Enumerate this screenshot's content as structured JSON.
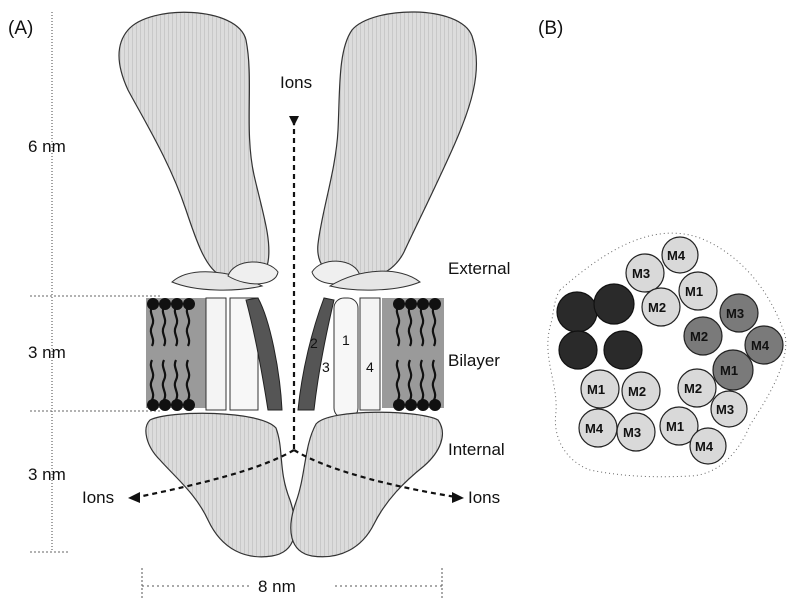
{
  "panel_a": {
    "label": "(A)",
    "scale_top": "6 nm",
    "scale_mid": "3 nm",
    "scale_bottom": "3 nm",
    "width_label": "8 nm",
    "ions_top": "Ions",
    "ions_left": "Ions",
    "ions_right": "Ions",
    "region_external": "External",
    "region_bilayer": "Bilayer",
    "region_internal": "Internal",
    "helix_1": "1",
    "helix_2": "2",
    "helix_3": "3",
    "helix_4": "4"
  },
  "panel_b": {
    "label": "(B)",
    "subunits": [
      {
        "labels": [
          "M1",
          "M2",
          "M3",
          "M4"
        ],
        "shade": "light"
      },
      {
        "labels": [
          "M1",
          "M2",
          "M3",
          "M4"
        ],
        "shade": "medium"
      },
      {
        "labels": [
          "M1",
          "M2",
          "M3",
          "M4"
        ],
        "shade": "light"
      },
      {
        "labels": [
          "M1",
          "M2",
          "M3",
          "M4"
        ],
        "shade": "light"
      },
      {
        "labels": [
          "",
          "",
          "",
          ""
        ],
        "shade": "dark"
      }
    ]
  },
  "colors": {
    "light_fill": "#d9d9d9",
    "medium_fill": "#7a7a7a",
    "dark_fill": "#2a2a2a",
    "outline": "#222222"
  }
}
